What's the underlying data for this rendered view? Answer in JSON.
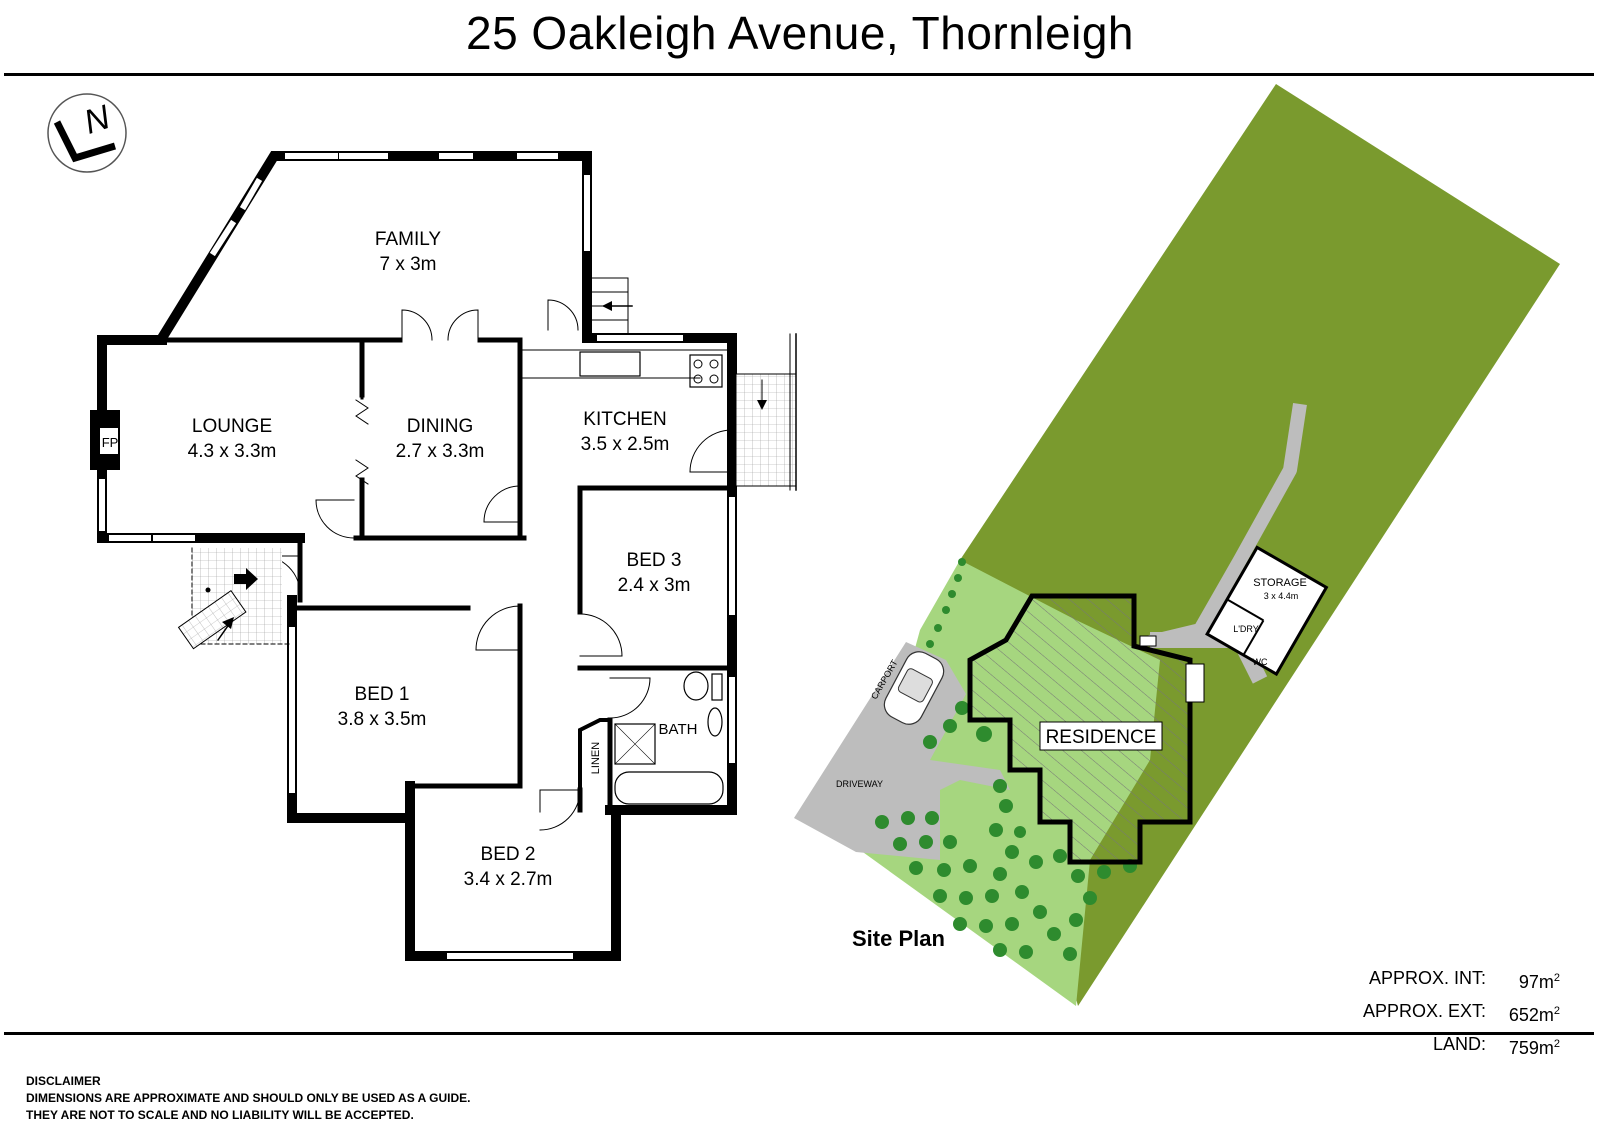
{
  "title": "25 Oakleigh Avenue, Thornleigh",
  "compass": {
    "label": "N"
  },
  "rooms": {
    "family": {
      "name": "FAMILY",
      "dims": "7 x 3m"
    },
    "lounge": {
      "name": "LOUNGE",
      "dims": "4.3 x 3.3m"
    },
    "dining": {
      "name": "DINING",
      "dims": "2.7 x 3.3m"
    },
    "kitchen": {
      "name": "KITCHEN",
      "dims": "3.5 x 2.5m"
    },
    "bed3": {
      "name": "BED 3",
      "dims": "2.4 x 3m"
    },
    "bed1": {
      "name": "BED 1",
      "dims": "3.8 x 3.5m"
    },
    "bed2": {
      "name": "BED 2",
      "dims": "3.4 x 2.7m"
    },
    "bath": {
      "name": "BATH"
    },
    "linen": {
      "name": "LINEN"
    },
    "fp": {
      "name": "FP"
    }
  },
  "site_plan": {
    "title": "Site Plan",
    "residence": "RESIDENCE",
    "storage": {
      "name": "STORAGE",
      "dims": "3 x 4.4m"
    },
    "laundry": "L'DRY",
    "wc": "WC",
    "carport": "CARPORT",
    "driveway": "DRIVEWAY"
  },
  "areas": [
    {
      "label": "APPROX. INT:",
      "value": "97m",
      "unit_sup": "2"
    },
    {
      "label": "APPROX. EXT:",
      "value": "652m",
      "unit_sup": "2"
    },
    {
      "label": "LAND:",
      "value": "759m",
      "unit_sup": "2"
    }
  ],
  "disclaimer": {
    "heading": "DISCLAIMER",
    "line1": "DIMENSIONS ARE APPROXIMATE AND SHOULD ONLY BE USED AS A  GUIDE.",
    "line2": "THEY ARE NOT TO SCALE AND NO LIABILITY WILL BE ACCEPTED."
  },
  "colors": {
    "lawn": "#7a9a2e",
    "garden": "#a6d67f",
    "driveway": "#bdbdbd",
    "wall": "#000000",
    "tree": "#2e8b2e"
  }
}
